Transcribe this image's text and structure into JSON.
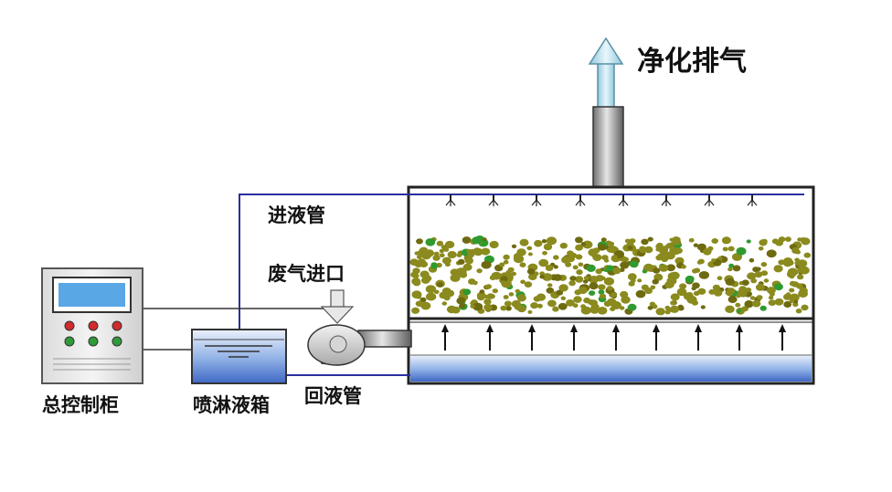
{
  "labels": {
    "clean_exhaust": "净化排气",
    "inlet_pipe": "进液管",
    "waste_gas_inlet": "废气进口",
    "control_cabinet": "总控制柜",
    "spray_tank": "喷淋液箱",
    "return_pipe": "回液管"
  },
  "colors": {
    "pipe_line": "#2b2fa0",
    "tank_water": "#4a73c8",
    "packing": "#8a8a1e",
    "packing_dark": "#6e6a10",
    "packing_green": "#2f9a2f",
    "cabinet_screen": "#5aa7e6",
    "button_red": "#d12b2b",
    "button_green": "#2f9a3a",
    "arrow_fill": "#bfe4ef"
  },
  "icons": {
    "exhaust_arrow": "up-arrow-icon",
    "inlet_arrow": "down-arrow-icon",
    "airflow_arrows": "up-arrow-icon",
    "spray_nozzles": "nozzle-icon",
    "fan": "blower-fan-icon"
  },
  "cabinet_buttons": {
    "top_row": [
      "red",
      "red",
      "red"
    ],
    "bottom_row": [
      "green",
      "green",
      "green"
    ]
  }
}
